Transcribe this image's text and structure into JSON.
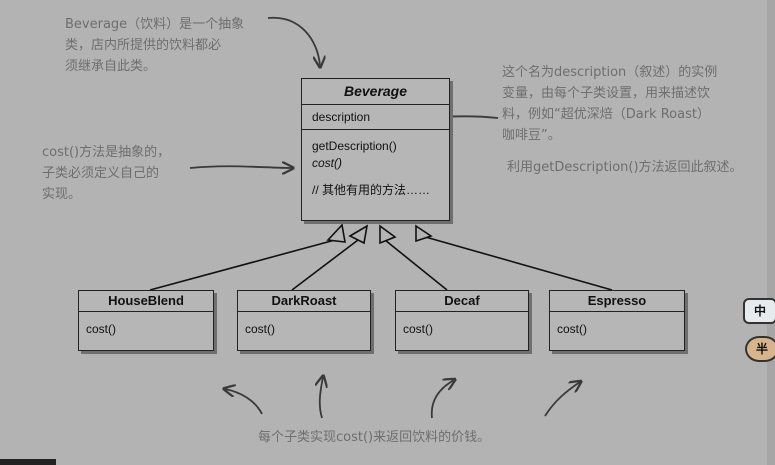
{
  "notes": {
    "top_left": [
      "Beverage（饮料）是一个抽象",
      "类，店内所提供的饮料都必",
      "须继承自此类。"
    ],
    "left": [
      "cost()方法是抽象的，",
      "子类必须定义自己的",
      "实现。"
    ],
    "right_top": [
      "这个名为description（叙述）的实例",
      "变量，由每个子类设置，用来描述饮",
      "料，例如“超优深焙（Dark Roast）",
      "咖啡豆”。"
    ],
    "right_bottom": "利用getDescription()方法返回此叙述。",
    "bottom": "每个子类实现cost()来返回饮料的价钱。"
  },
  "beverage": {
    "name": "Beverage",
    "field": "description",
    "methods": [
      "getDescription()",
      "cost()"
    ],
    "other": "// 其他有用的方法……"
  },
  "subclasses": [
    {
      "name": "HouseBlend",
      "method": "cost()"
    },
    {
      "name": "DarkRoast",
      "method": "cost()"
    },
    {
      "name": "Decaf",
      "method": "cost()"
    },
    {
      "name": "Espresso",
      "method": "cost()"
    }
  ],
  "badges": [
    "中",
    "半"
  ],
  "colors": {
    "background": "#b3b3b3",
    "annotation": "#6e6e6e",
    "box": "#b6b6b6",
    "line": "#222222"
  }
}
